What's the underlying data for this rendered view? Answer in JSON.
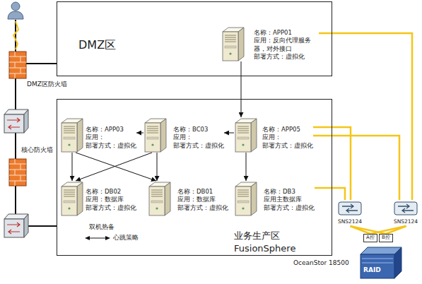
{
  "diagram": {
    "nodes": [
      {
        "text": [
          "DMZ区防火墙"
        ]
      },
      {
        "text": [
          "DMZ区"
        ]
      },
      {
        "text": [
          "名称：APP01",
          "应用：反向代理服务器，对外接口",
          "部署方式：虚拟化"
        ],
        "in": 1
      },
      {
        "text": [
          "核心防火墙"
        ]
      },
      {
        "text": [
          "业务生产区",
          "FusionSphere"
        ]
      },
      {
        "text": [
          "名称：APP03",
          "应用：",
          "部署方式：虚拟化"
        ],
        "in": 4
      },
      {
        "text": [
          "名称：BC03",
          "应用：",
          "部署方式：虚拟化"
        ],
        "in": 4
      },
      {
        "text": [
          "名称：APP05",
          "应用：",
          "部署方式：虚拟化"
        ],
        "in": 4
      },
      {
        "text": [
          "名称：DB02",
          "应用：数据库",
          "部署方式：虚拟化"
        ],
        "in": 4
      },
      {
        "text": [
          "名称：DB01",
          "应用：数据库",
          "部署方式：虚拟化"
        ],
        "in": 4
      },
      {
        "text": [
          "名称：DB3",
          "应用主数据库",
          "部署方式：虚拟化"
        ],
        "in": 4
      },
      {
        "text": [
          "SNS2124"
        ]
      },
      {
        "text": [
          "SNS2124"
        ]
      },
      {
        "text": [
          "A控"
        ]
      },
      {
        "text": [
          "B控"
        ]
      },
      {
        "text": [
          "OceanStor 18500"
        ]
      }
    ],
    "edges": [
      {
        "from": 2,
        "to": 7,
        "arrow": "to"
      },
      {
        "from": 7,
        "to": 6,
        "arrow": "to"
      },
      {
        "from": 6,
        "to": 5,
        "arrow": "to"
      },
      {
        "from": 7,
        "to": 10,
        "arrow": "to"
      },
      {
        "from": 5,
        "to": 8,
        "arrow": "to"
      },
      {
        "from": 5,
        "to": 9,
        "arrow": "to"
      },
      {
        "from": 6,
        "to": 8,
        "arrow": "to"
      },
      {
        "from": 6,
        "to": 9,
        "arrow": "to"
      },
      {
        "from": 2,
        "to": 12,
        "arrow": "none"
      },
      {
        "from": 7,
        "to": 12,
        "arrow": "none"
      },
      {
        "from": 7,
        "to": 11,
        "arrow": "none"
      },
      {
        "from": 10,
        "to": 11,
        "arrow": "none"
      },
      {
        "from": 11,
        "to": 13,
        "arrow": "none"
      },
      {
        "from": 11,
        "to": 14,
        "arrow": "none"
      },
      {
        "from": 12,
        "to": 13,
        "arrow": "none"
      },
      {
        "from": 12,
        "to": 14,
        "arrow": "none"
      }
    ],
    "labels": [
      "双机热备",
      "心跳策略",
      "RAID"
    ]
  }
}
